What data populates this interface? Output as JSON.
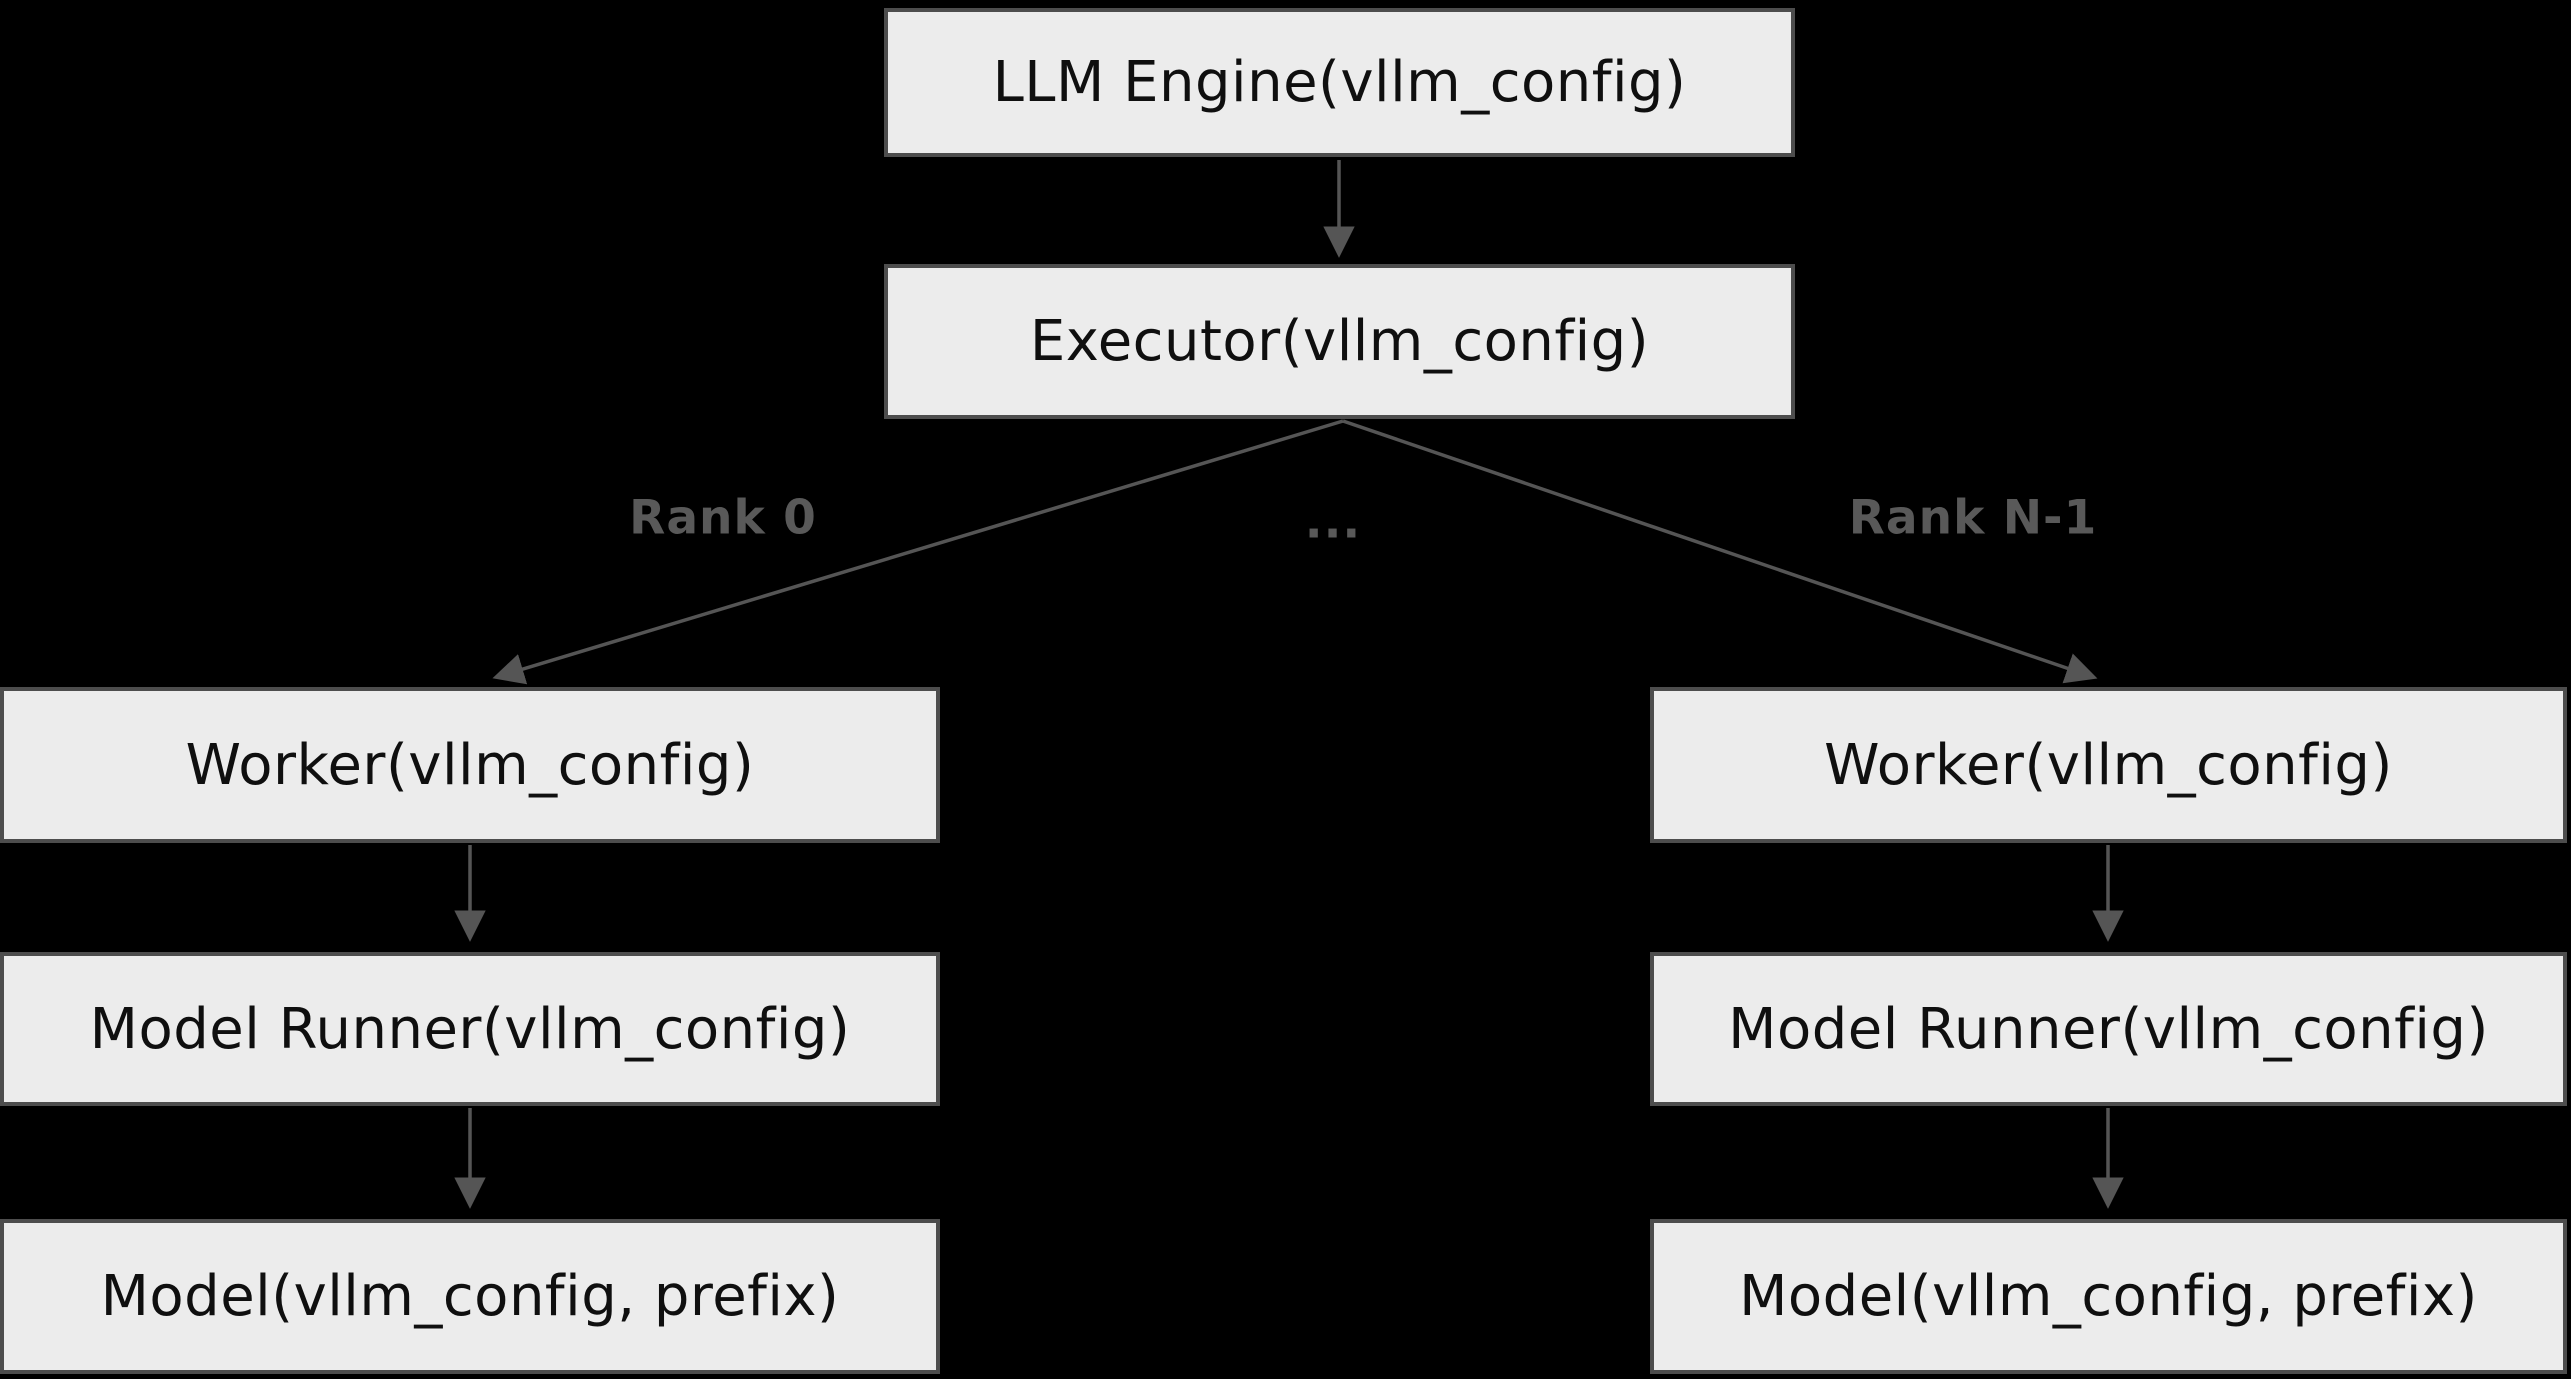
{
  "diagram": {
    "colors": {
      "background": "#000000",
      "box_fill": "#ececec",
      "box_border": "#4d4d4d",
      "box_text": "#0f0f0f",
      "edge_color": "#555555",
      "edge_label_color": "#595959"
    },
    "nodes": [
      {
        "id": "llm-engine",
        "label": "LLM Engine(vllm_config)"
      },
      {
        "id": "executor",
        "label": "Executor(vllm_config)"
      },
      {
        "id": "worker-rank0",
        "label": "Worker(vllm_config)"
      },
      {
        "id": "model-runner-rank0",
        "label": "Model Runner(vllm_config)"
      },
      {
        "id": "model-rank0",
        "label": "Model(vllm_config, prefix)"
      },
      {
        "id": "worker-rankN",
        "label": "Worker(vllm_config)"
      },
      {
        "id": "model-runner-rankN",
        "label": "Model Runner(vllm_config)"
      },
      {
        "id": "model-rankN",
        "label": "Model(vllm_config, prefix)"
      }
    ],
    "edge_labels": {
      "rank_0": "Rank 0",
      "ellipsis": "...",
      "rank_n_1": "Rank N-1"
    }
  }
}
